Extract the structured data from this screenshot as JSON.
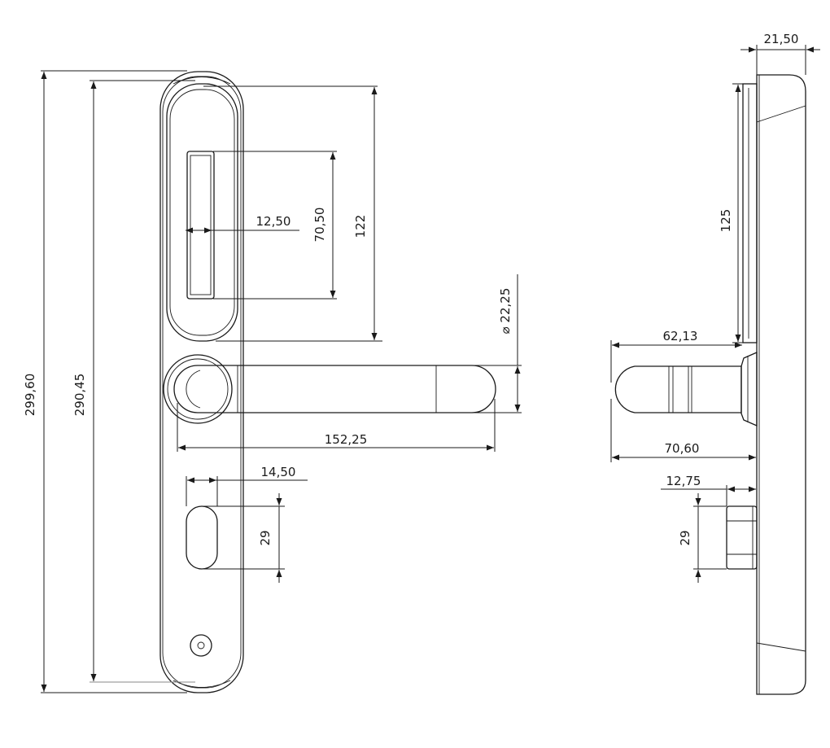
{
  "drawing": {
    "dimensions": {
      "total_height": "299,60",
      "plate_height": "290,45",
      "reader_window_height": "122",
      "card_slot_height": "70,50",
      "card_slot_width": "12,50",
      "handle_diameter": "⌀ 22,25",
      "handle_length": "152,25",
      "cylinder_offset": "14,50",
      "cylinder_height": "29",
      "side_depth": "21,50",
      "side_reader_height": "125",
      "side_handle_reach": "62,13",
      "side_handle_total": "70,60",
      "side_cylinder_depth": "12,75",
      "side_cylinder_height": "29"
    }
  }
}
